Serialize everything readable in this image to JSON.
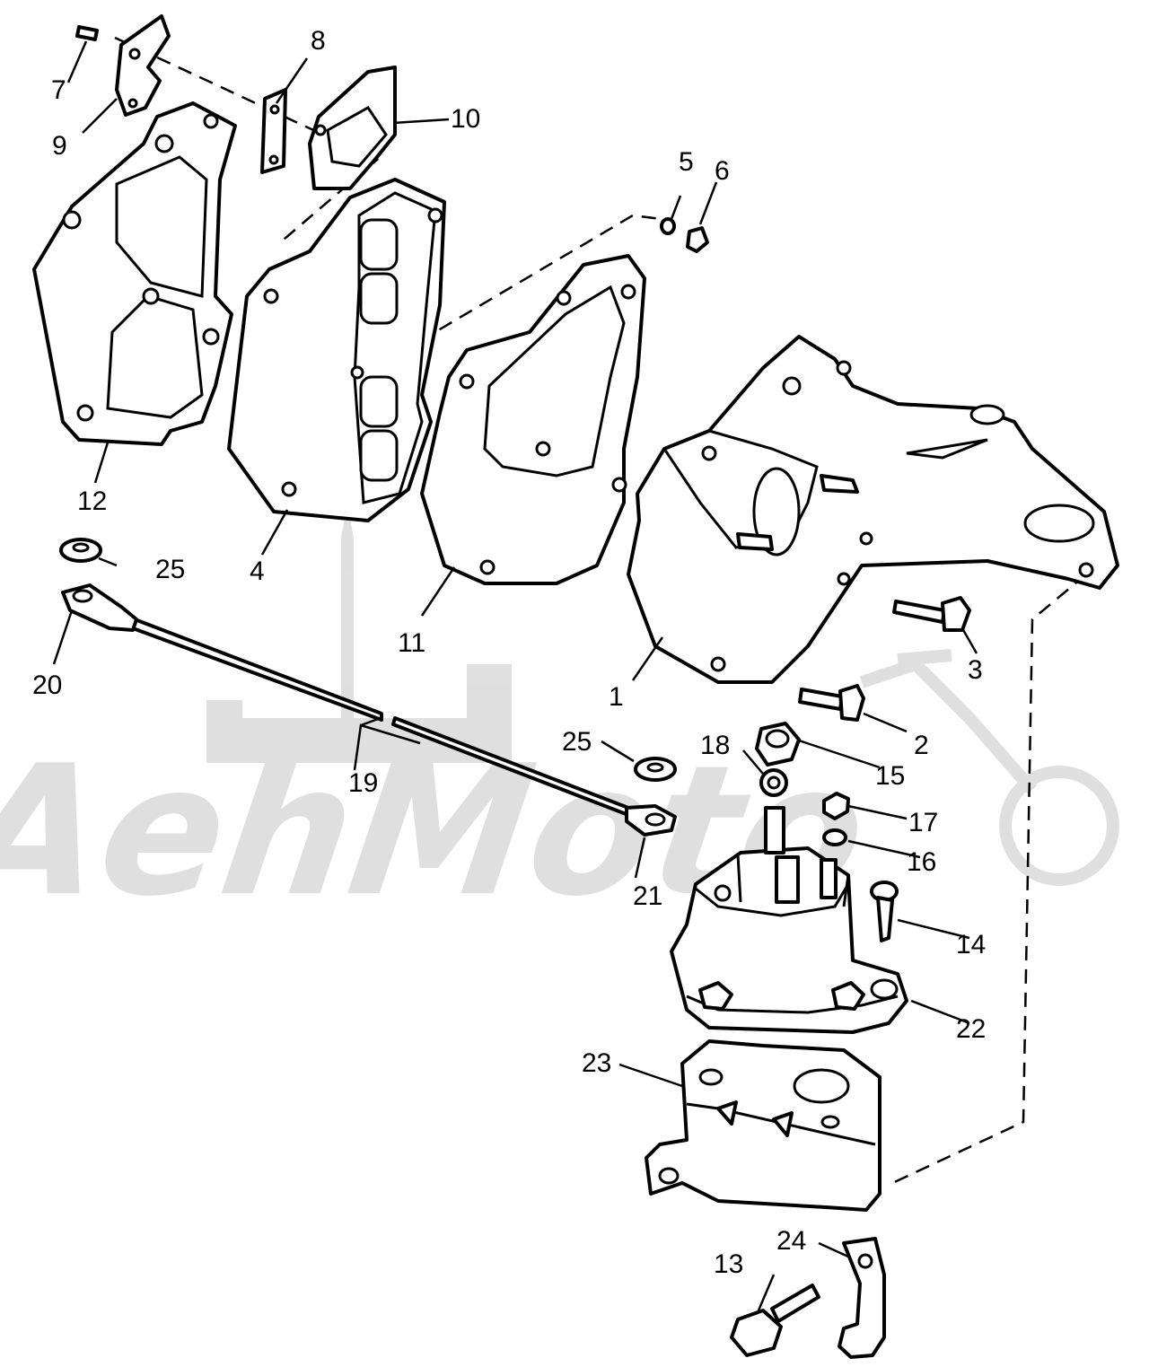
{
  "watermark": {
    "text": "AehMoto"
  },
  "callouts": [
    {
      "id": "1",
      "label": "1"
    },
    {
      "id": "2",
      "label": "2"
    },
    {
      "id": "3",
      "label": "3"
    },
    {
      "id": "4",
      "label": "4"
    },
    {
      "id": "5",
      "label": "5"
    },
    {
      "id": "6",
      "label": "6"
    },
    {
      "id": "7",
      "label": "7"
    },
    {
      "id": "8",
      "label": "8"
    },
    {
      "id": "9",
      "label": "9"
    },
    {
      "id": "10",
      "label": "10"
    },
    {
      "id": "11",
      "label": "11"
    },
    {
      "id": "12",
      "label": "12"
    },
    {
      "id": "13",
      "label": "13"
    },
    {
      "id": "14",
      "label": "14"
    },
    {
      "id": "15",
      "label": "15"
    },
    {
      "id": "16",
      "label": "16"
    },
    {
      "id": "17",
      "label": "17"
    },
    {
      "id": "18",
      "label": "18"
    },
    {
      "id": "19",
      "label": "19"
    },
    {
      "id": "20",
      "label": "20"
    },
    {
      "id": "21",
      "label": "21"
    },
    {
      "id": "22",
      "label": "22"
    },
    {
      "id": "23",
      "label": "23"
    },
    {
      "id": "24",
      "label": "24"
    },
    {
      "id": "25a",
      "label": "25"
    },
    {
      "id": "25b",
      "label": "25"
    }
  ]
}
